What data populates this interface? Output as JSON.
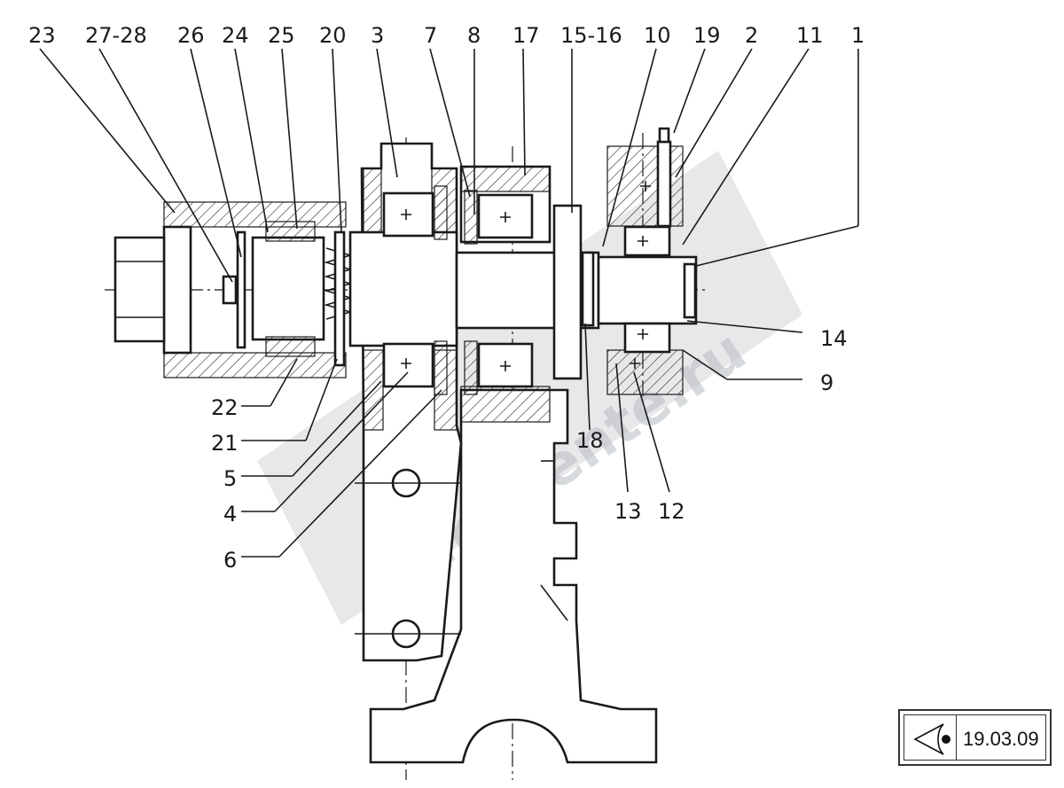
{
  "callouts_top": [
    "23",
    "27-28",
    "26",
    "24",
    "25",
    "20",
    "3",
    "7",
    "8",
    "17",
    "15-16",
    "10",
    "19",
    "2",
    "11",
    "1"
  ],
  "callouts_right": [
    "14",
    "9"
  ],
  "callouts_bottom_left": [
    "22",
    "21",
    "5",
    "4",
    "6"
  ],
  "callouts_bottom_mid": [
    "18",
    "13",
    "12"
  ],
  "watermark": {
    "brand": "movente.ru"
  },
  "reference": {
    "date": "19.03.09",
    "icon": "eye-view-icon"
  },
  "colors": {
    "ink": "#1a1a1a",
    "watermark": "#b8bcc2"
  }
}
